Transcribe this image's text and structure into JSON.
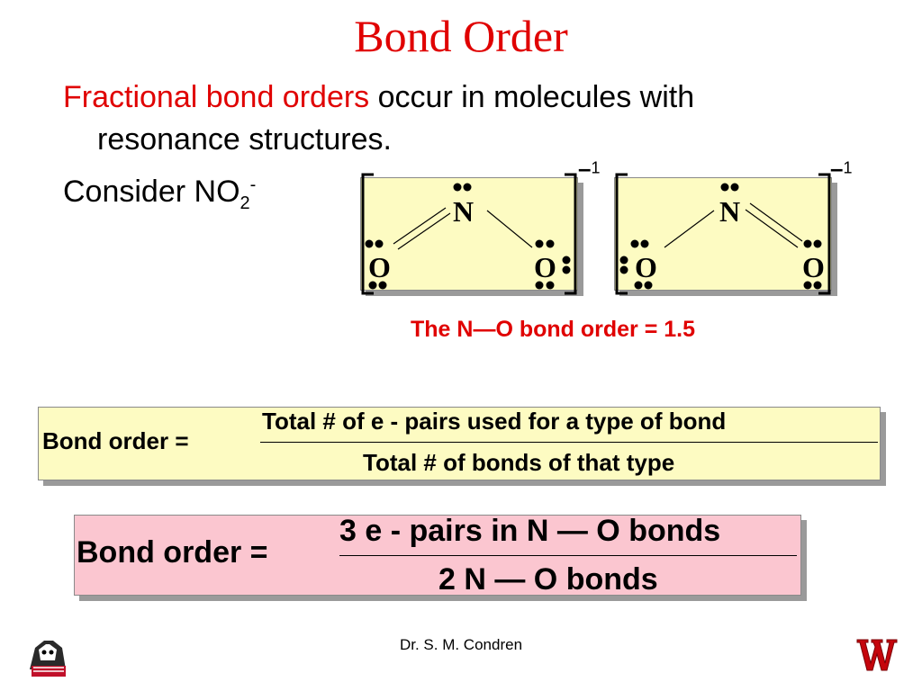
{
  "title": "Bond Order",
  "bullets": {
    "b1_highlight": "Fractional bond orders",
    "b1_rest": " occur in molecules with",
    "b1_cont": "resonance structures.",
    "b2_text": "Consider NO",
    "b2_sub": "2",
    "b2_sup": "-"
  },
  "lewis": {
    "atom_n": "N",
    "atom_o": "O",
    "charge": "1"
  },
  "caption": "The N—O bond order = 1.5",
  "formula1": {
    "label": "Bond order  =",
    "numerator": "Total #  of e -  pairs used for a type of bond",
    "denominator": "Total #  of bonds of that type"
  },
  "formula2": {
    "label": "Bond order  =",
    "numerator": "3 e -  pairs in N — O bonds",
    "denominator": "2 N — O bonds"
  },
  "footer": "Dr. S. M. Condren",
  "colors": {
    "accent": "#e00000",
    "yellow_box": "#fdfbc2",
    "pink_box": "#fbc6d0"
  },
  "icons": {
    "left_logo": "badger-mascot-icon",
    "right_logo": "wisconsin-w-logo-icon"
  }
}
